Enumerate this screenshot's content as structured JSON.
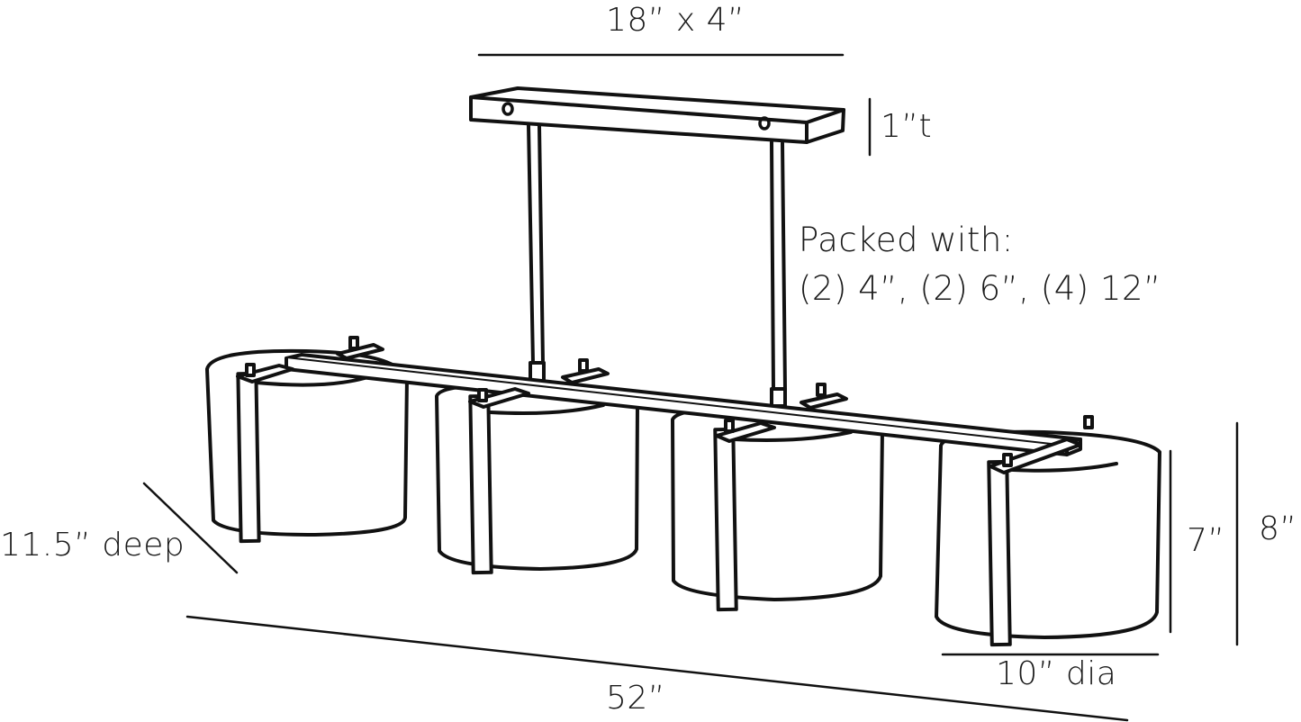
{
  "diagram": {
    "type": "product-dimension-drawing",
    "subject": "linear 4-shade chandelier",
    "stroke_color": "#111111",
    "background": "#ffffff"
  },
  "dimensions": {
    "canopy": "18” x 4”",
    "canopy_thickness": "1”t",
    "depth": "11.5” deep",
    "overall_width": "52”",
    "shade_diameter": "10” dia",
    "shade_height": "7”",
    "overall_height": "8”"
  },
  "notes": {
    "packed_title": "Packed with:",
    "packed_items": "(2) 4”, (2) 6”, (4) 12”"
  },
  "components": {
    "shades_count": 4,
    "down_rods_count": 2
  }
}
